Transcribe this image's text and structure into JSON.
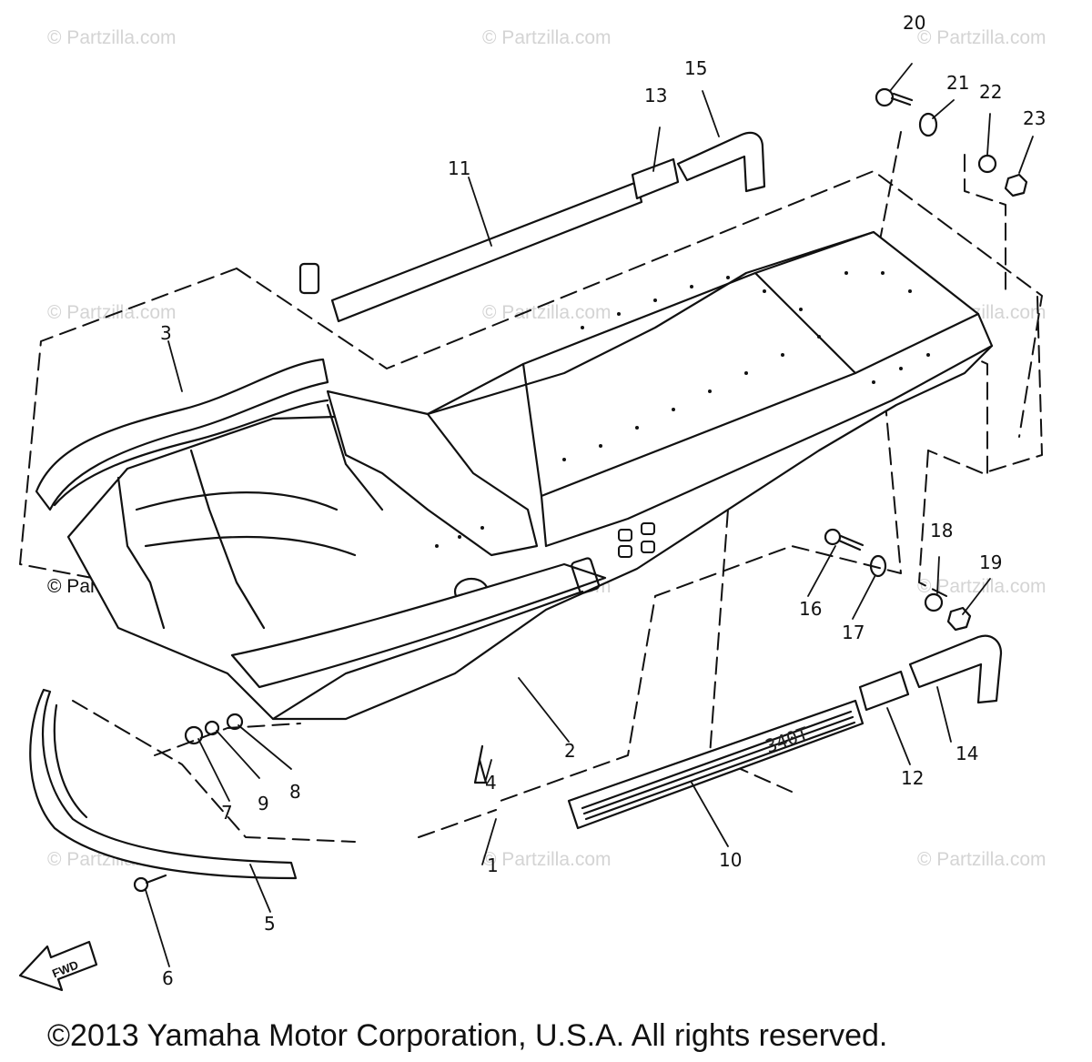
{
  "watermark_text": "© Partzilla.com",
  "callouts": [
    "1",
    "2",
    "3",
    "4",
    "5",
    "6",
    "7",
    "8",
    "9",
    "10",
    "11",
    "12",
    "13",
    "14",
    "15",
    "16",
    "17",
    "18",
    "19",
    "20",
    "21",
    "22",
    "23"
  ],
  "decal_text": "340T",
  "find_label": "FWD",
  "copyright": "©2013  Yamaha Motor Corporation, U.S.A. All rights reserved."
}
